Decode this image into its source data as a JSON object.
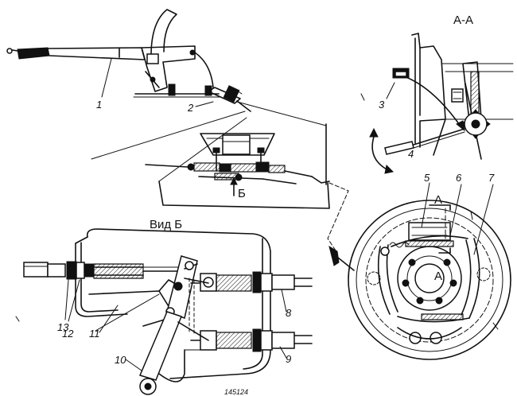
{
  "section_title": "А-А",
  "view_title": "Вид Б",
  "arrow_b_label": "Б",
  "section_mark": "А",
  "section_mark_2": "А",
  "drawing_code": "145124",
  "callouts": {
    "c1": "1",
    "c2": "2",
    "c3": "3",
    "c4": "4",
    "c5": "5",
    "c6": "6",
    "c7": "7",
    "c8": "8",
    "c9": "9",
    "c10": "10",
    "c11": "11",
    "c12": "12",
    "c13": "13"
  }
}
